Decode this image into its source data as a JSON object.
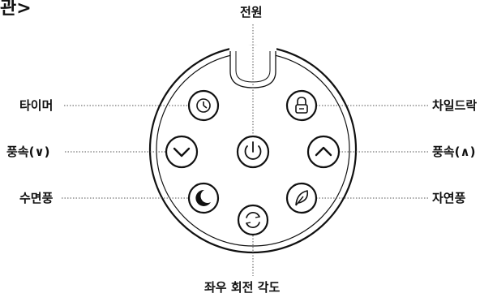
{
  "corner_text": "관>",
  "labels": {
    "power": "전원",
    "timer": "타이머",
    "child_lock": "차일드락",
    "fan_down": "풍속(∨)",
    "fan_up": "풍속(∧)",
    "sleep": "수면풍",
    "natural": "자연풍",
    "swing": "좌우 회전 각도"
  },
  "buttons": [
    "timer",
    "child-lock",
    "fan-speed-down",
    "power",
    "fan-speed-up",
    "sleep-mode",
    "natural-wind",
    "swing-rotation"
  ],
  "colors": {
    "ink": "#111111",
    "panel": "#ffffff",
    "leader": "#555555"
  }
}
